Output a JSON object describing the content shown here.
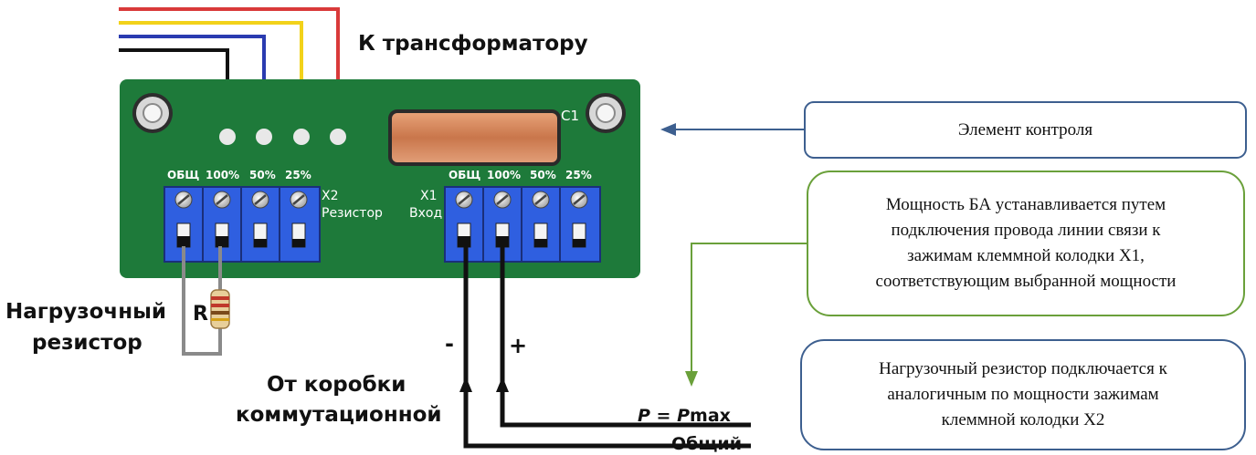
{
  "board": {
    "title_to_transformer": "К трансформатору",
    "capacitor_label": "С1",
    "terminal_labels": [
      "ОБЩ",
      "100%",
      "50%",
      "25%"
    ],
    "x2_label": "X2",
    "x2_name": "Резистор",
    "x1_label": "X1",
    "x1_name": "Вход"
  },
  "labels": {
    "load_resistor_line1": "Нагрузочный",
    "load_resistor_line2": "резистор",
    "resistor_symbol": "R",
    "from_box_line1": "От коробки",
    "from_box_line2": "коммутационной",
    "minus": "-",
    "plus": "+",
    "p_formula_p": "P",
    "p_formula_eq": " = ",
    "p_formula_pmax_p": "P",
    "p_formula_pmax": "max",
    "common": "Общий"
  },
  "callouts": {
    "control": "Элемент контроля",
    "power": [
      "Мощность БА устанавливается путем",
      "подключения провода линии связи к",
      "зажимам клеммной колодки X1,",
      "соответствующим выбранной мощности"
    ],
    "resistor": [
      "Нагрузочный резистор подключается к",
      "аналогичным по мощности зажимам",
      "клеммной колодки X2"
    ]
  },
  "colors": {
    "board_green": "#1e7a3a",
    "terminal_blue": "#2f5fe0",
    "wire_red": "#d93a3a",
    "wire_yellow": "#f2d21a",
    "wire_blue": "#2a3bb0",
    "wire_black": "#111111",
    "capacitor_copper": "#d48c5c",
    "arrow_blue": "#3d5f8f",
    "arrow_green": "#6aa03a"
  }
}
